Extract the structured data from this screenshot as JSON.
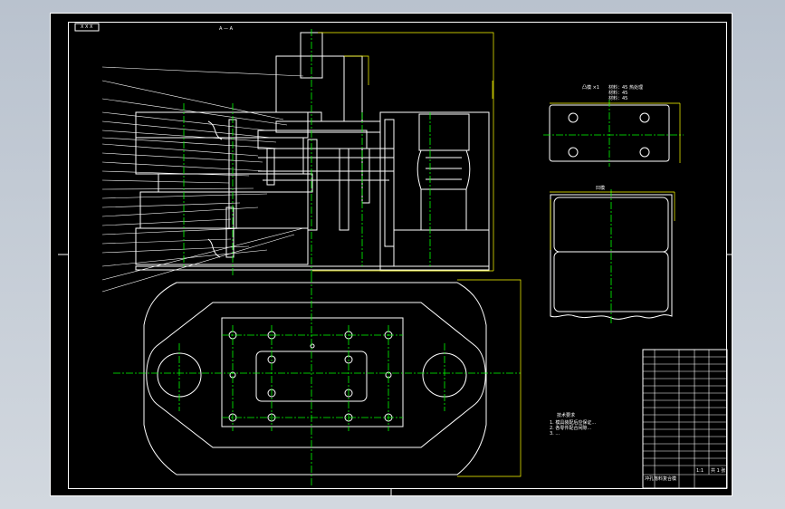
{
  "drawing": {
    "colors": {
      "sheet": "#000000",
      "line": "#ffffff",
      "center_line": "#00ff00",
      "dimension": "#ffff00",
      "background": "#c5ccd6"
    },
    "top_left_box_text": "X X X",
    "section_label": "A — A",
    "part1_label": "凸模 ×1",
    "part1_notes": [
      "材料：45  热处理",
      "材料：45",
      "材料：45"
    ],
    "part2_label": "凹模",
    "tech_req_title": "技术要求",
    "tech_req_lines": [
      "1. 模具装配后应保证...",
      "2. 各零件配合间隙...",
      "3. ..."
    ],
    "title_block": {
      "drawing_name": "冲孔落料复合模",
      "scale": "1:1",
      "sheet": "共 1 张"
    }
  }
}
